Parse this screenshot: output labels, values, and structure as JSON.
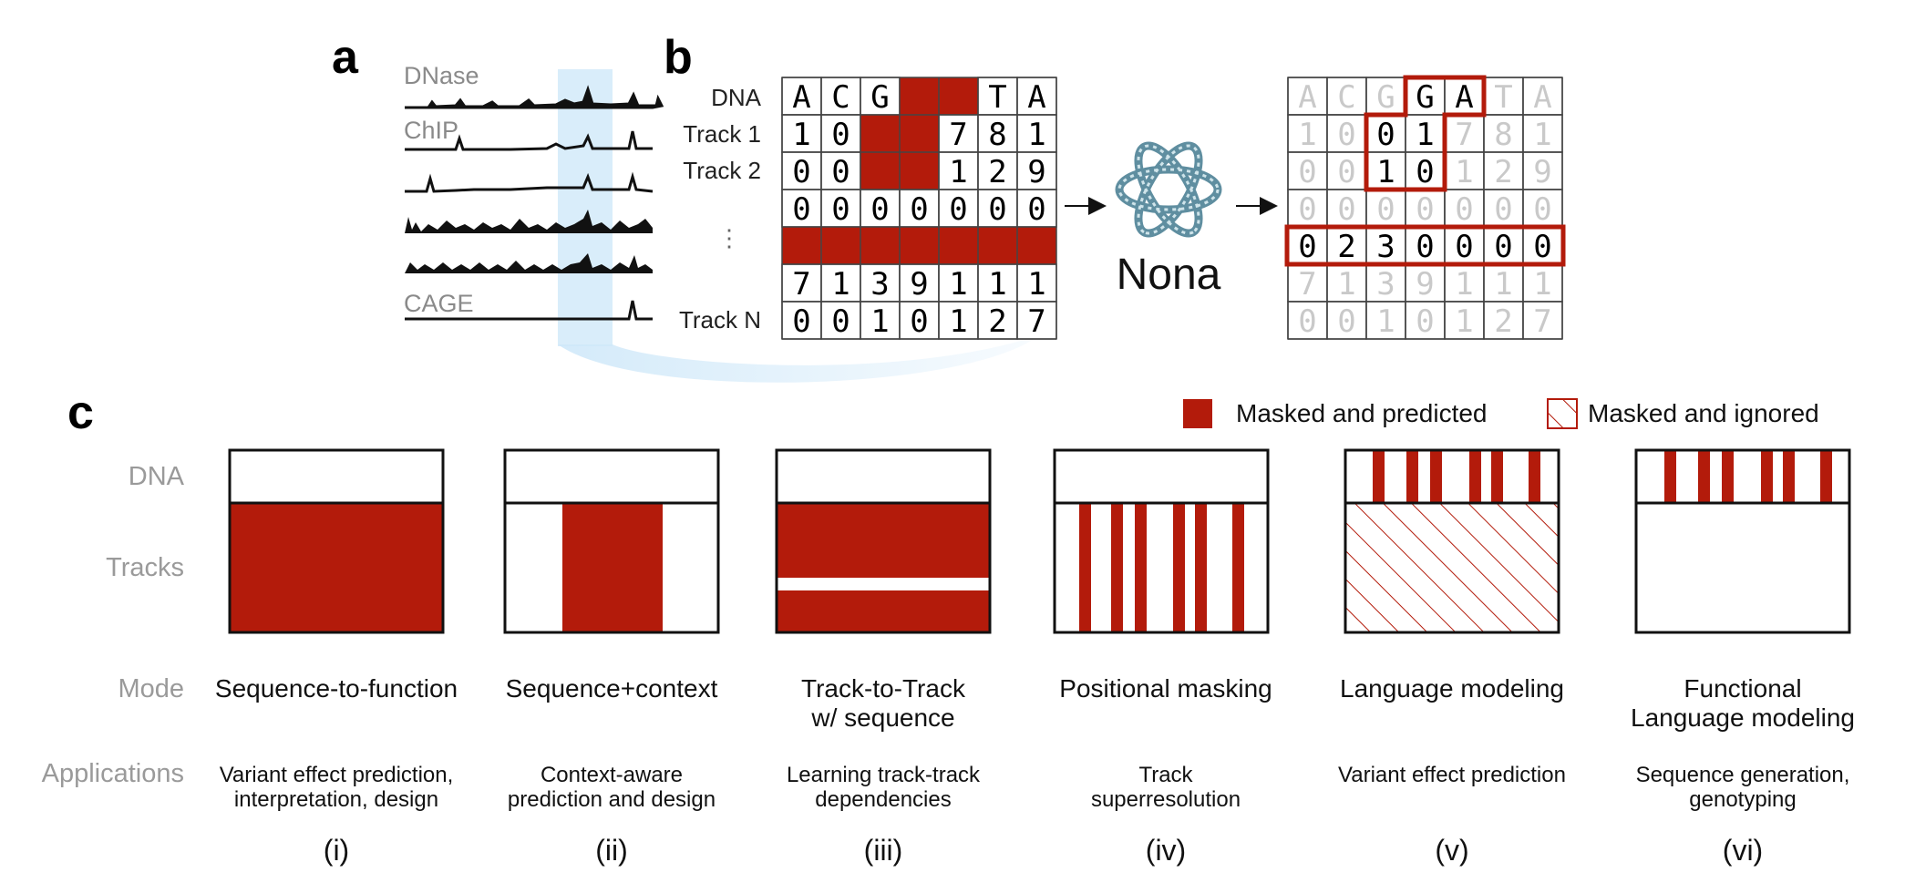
{
  "colors": {
    "red": "#b31b0b",
    "blue": "#cfe8f9",
    "grid": "#333333",
    "faded": "#c9c9c9"
  },
  "panel_a": {
    "letter": "a",
    "tracks": [
      "DNase",
      "ChIP",
      "CAGE"
    ]
  },
  "panel_b": {
    "letter": "b",
    "row_labels": {
      "dna": "DNA",
      "track1": "Track 1",
      "track2": "Track 2",
      "ellipsis": "⋮",
      "trackn": "Track N"
    },
    "input_grid": [
      [
        "A",
        "C",
        "G",
        "",
        "",
        "T",
        "A"
      ],
      [
        "1",
        "0",
        "",
        "",
        "7",
        "8",
        "1"
      ],
      [
        "0",
        "0",
        "",
        "",
        "1",
        "2",
        "9"
      ],
      [
        "0",
        "0",
        "0",
        "0",
        "0",
        "0",
        "0"
      ],
      [
        "",
        "",
        "",
        "",
        "",
        "",
        ""
      ],
      [
        "7",
        "1",
        "3",
        "9",
        "1",
        "1",
        "1"
      ],
      [
        "0",
        "0",
        "1",
        "0",
        "1",
        "2",
        "7"
      ]
    ],
    "model_name": "Nona",
    "output_grid": [
      [
        "A",
        "C",
        "G",
        "G",
        "A",
        "T",
        "A"
      ],
      [
        "1",
        "0",
        "0",
        "1",
        "7",
        "8",
        "1"
      ],
      [
        "0",
        "0",
        "1",
        "0",
        "1",
        "2",
        "9"
      ],
      [
        "0",
        "0",
        "0",
        "0",
        "0",
        "0",
        "0"
      ],
      [
        "0",
        "2",
        "3",
        "0",
        "0",
        "0",
        "0"
      ],
      [
        "7",
        "1",
        "3",
        "9",
        "1",
        "1",
        "1"
      ],
      [
        "0",
        "0",
        "1",
        "0",
        "1",
        "2",
        "7"
      ]
    ]
  },
  "panel_c": {
    "letter": "c",
    "legend": {
      "predicted": "Masked and predicted",
      "ignored": "Masked and ignored"
    },
    "row_labels": {
      "dna": "DNA",
      "tracks": "Tracks",
      "mode": "Mode",
      "applications": "Applications"
    },
    "modes": [
      {
        "mode": [
          "Sequence-to-function"
        ],
        "app": [
          "Variant effect prediction,",
          "interpretation, design"
        ],
        "roman": "(i)"
      },
      {
        "mode": [
          "Sequence+context"
        ],
        "app": [
          "Context-aware",
          "prediction and design"
        ],
        "roman": "(ii)"
      },
      {
        "mode": [
          "Track-to-Track",
          "w/ sequence"
        ],
        "app": [
          "Learning track-track",
          "dependencies"
        ],
        "roman": "(iii)"
      },
      {
        "mode": [
          "Positional masking"
        ],
        "app": [
          "Track",
          "superresolution"
        ],
        "roman": "(iv)"
      },
      {
        "mode": [
          "Language modeling"
        ],
        "app": [
          "Variant effect prediction"
        ],
        "roman": "(v)"
      },
      {
        "mode": [
          "Functional",
          "Language modeling"
        ],
        "app": [
          "Sequence generation,",
          "genotyping"
        ],
        "roman": "(vi)"
      }
    ]
  }
}
